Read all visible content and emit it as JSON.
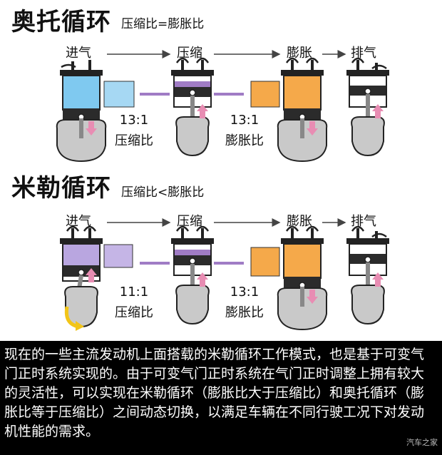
{
  "otto": {
    "title": "奥托循环",
    "subtitle": "压缩比=膨胀比",
    "stages": [
      "进气",
      "压缩",
      "膨胀",
      "排气"
    ],
    "compression_value": "13:1",
    "compression_label": "压缩比",
    "expansion_value": "13:1",
    "expansion_label": "膨胀比"
  },
  "miller": {
    "title": "米勒循环",
    "subtitle": "压缩比<膨胀比",
    "stages": [
      "进气",
      "压缩",
      "膨胀",
      "排气"
    ],
    "compression_value": "11:1",
    "compression_label": "压缩比",
    "expansion_value": "13:1",
    "expansion_label": "膨胀比"
  },
  "caption": "现在的一些主流发动机上面搭载的米勒循环工作模式，也是基于可变气门正时系统实现的。由于可变气门正时系统在气门正时调整上拥有较大的灵活性，可以实现在米勒循环（膨胀比大于压缩比）和奥托循环（膨胀比等于压缩比）之间动态切换，以满足车辆在不同行驶工况下对发动机性能的需求。",
  "watermark": "汽车之家",
  "colors": {
    "intake_blue": "#7fc9f0",
    "intake_purple": "#b9a6e0",
    "combustion_orange": "#f5a94a",
    "piston_dark": "#2b2b2b",
    "crankcase_gray": "#c9c9c9",
    "arrow_pink": "#e88db3",
    "connector_purple": "#a07cc5",
    "rotate_arrow_yellow": "#f2c518"
  }
}
